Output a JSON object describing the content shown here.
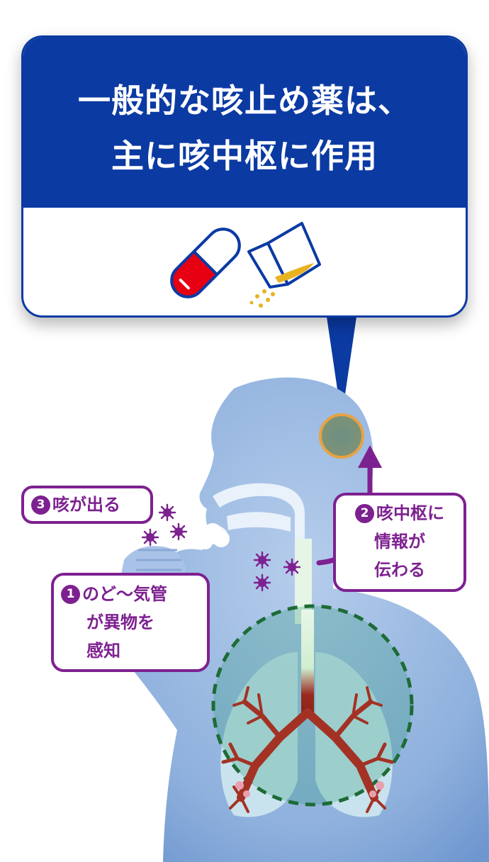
{
  "header": {
    "title_line1": "一般的な咳止め薬は、",
    "title_line2": "主に咳中枢に作用"
  },
  "steps": {
    "step1": {
      "number": "1",
      "line1": "のど～気管",
      "line2": "が異物を",
      "line3": "感知"
    },
    "step2": {
      "number": "2",
      "line1": "咳中枢に",
      "line2": "情報が",
      "line3": "伝わる"
    },
    "step3": {
      "number": "3",
      "label": "咳が出る"
    }
  },
  "colors": {
    "header_blue": "#0b3aa3",
    "step_purple": "#7d2190",
    "capsule_red": "#e60012",
    "powder_gold": "#e8b321",
    "body_blue": "#8fb1dd",
    "lung_circle_green": "#1d6b35",
    "cough_center_orange": "#f0a030"
  },
  "icons": [
    "capsule-icon",
    "powder-packet-icon",
    "virus-icon"
  ]
}
